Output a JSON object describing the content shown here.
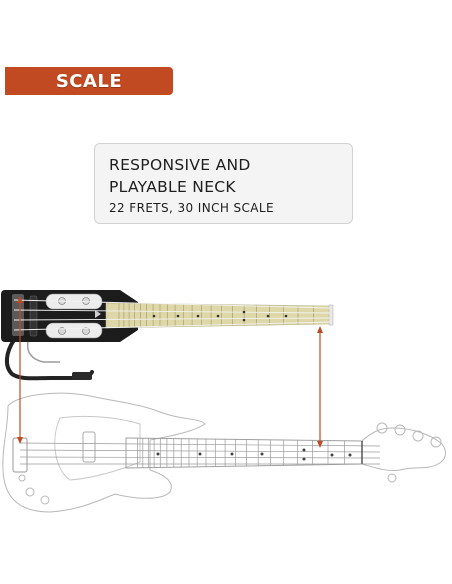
{
  "section": {
    "label": "SCALE"
  },
  "feature": {
    "title_line1": "RESPONSIVE AND",
    "title_line2": "PLAYABLE NECK",
    "subtitle": "22 FRETS, 30 INCH SCALE"
  },
  "colors": {
    "accent": "#c14a22",
    "card_bg": "#f4f4f5",
    "card_border": "#d2d2d4",
    "fretboard": "#ded8a8",
    "body_black": "#1c1c1c",
    "outline": "#b0b0b0"
  },
  "illustration": {
    "travel_bass_frets": 22,
    "full_bass_frets": 22,
    "strings": 4
  }
}
